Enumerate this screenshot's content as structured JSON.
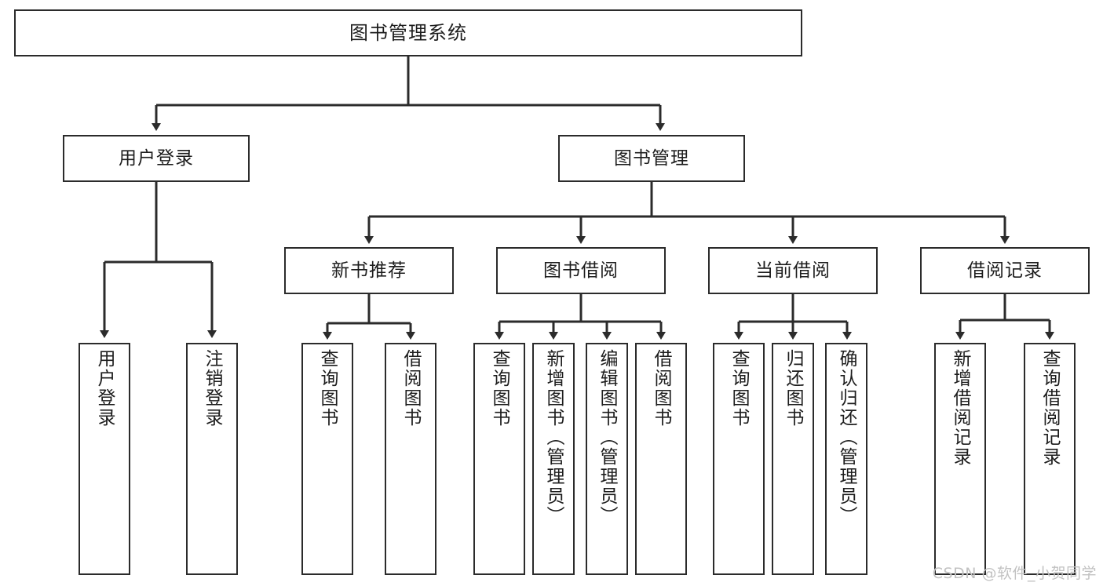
{
  "diagram": {
    "type": "tree",
    "title": "图书管理系统",
    "root": {
      "label": "图书管理系统"
    },
    "level2": [
      {
        "label": "用户登录"
      },
      {
        "label": "图书管理"
      }
    ],
    "level3": [
      {
        "label": "新书推荐"
      },
      {
        "label": "图书借阅"
      },
      {
        "label": "当前借阅"
      },
      {
        "label": "借阅记录"
      }
    ],
    "leaves": {
      "user_login": [
        {
          "label": "用户登录"
        },
        {
          "label": "注销登录"
        }
      ],
      "new_book_recommend": [
        {
          "label": "查询图书"
        },
        {
          "label": "借阅图书"
        }
      ],
      "book_borrow": [
        {
          "label": "查询图书"
        },
        {
          "label": "新增图书（管理员）"
        },
        {
          "label": "编辑图书（管理员）"
        },
        {
          "label": "借阅图书"
        }
      ],
      "current_borrow": [
        {
          "label": "查询图书"
        },
        {
          "label": "归还图书"
        },
        {
          "label": "确认归还（管理员）"
        }
      ],
      "borrow_record": [
        {
          "label": "新增借阅记录"
        },
        {
          "label": "查询借阅记录"
        }
      ]
    }
  },
  "watermark": {
    "text": "CSDN @软件_小贺同学"
  },
  "colors": {
    "stroke": "#2b2b2b",
    "fill": "#ffffff",
    "text": "#1d1d1d",
    "watermark": "#c2c2c2"
  }
}
